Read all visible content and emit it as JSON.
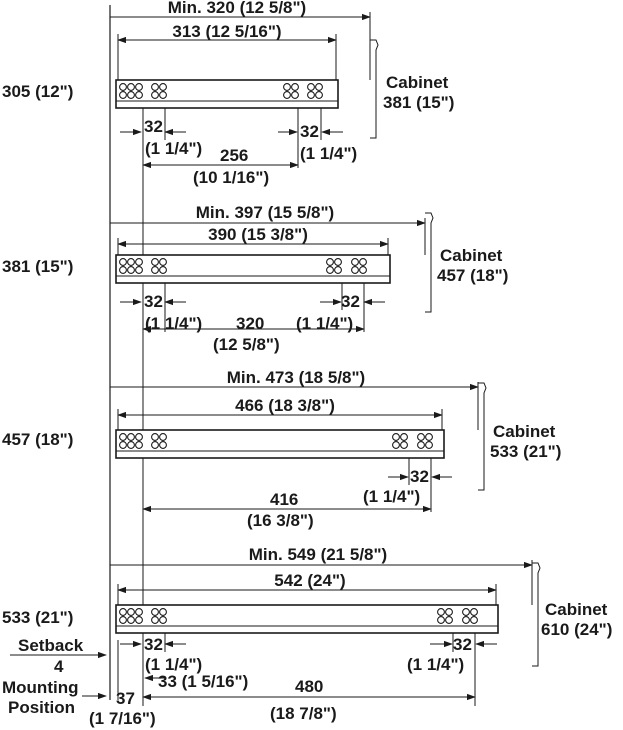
{
  "colors": {
    "ink": "#1a1a1a",
    "background": "#ffffff"
  },
  "sections": [
    {
      "rail_length": "305 (12\")",
      "min_label": "Min. 320 (12 5/8\")",
      "slide_length": "313 (12 5/16\")",
      "cabinet_label": "Cabinet",
      "cabinet_size": "381 (15\")",
      "front_hole_mm": "32",
      "front_hole_in": "(1 1/4\")",
      "rear_hole_mm": "32",
      "rear_hole_in": "(1 1/4\")",
      "hole_spacing_mm": "256",
      "hole_spacing_in": "(10 1/16\")"
    },
    {
      "rail_length": "381 (15\")",
      "min_label": "Min. 397 (15 5/8\")",
      "slide_length": "390 (15 3/8\")",
      "cabinet_label": "Cabinet",
      "cabinet_size": "457 (18\")",
      "front_hole_mm": "32",
      "front_hole_in": "(1 1/4\")",
      "rear_hole_mm": "32",
      "rear_hole_in": "(1 1/4\")",
      "hole_spacing_mm": "320",
      "hole_spacing_in": "(12 5/8\")"
    },
    {
      "rail_length": "457 (18\")",
      "min_label": "Min. 473 (18 5/8\")",
      "slide_length": "466 (18 3/8\")",
      "cabinet_label": "Cabinet",
      "cabinet_size": "533 (21\")",
      "rear_hole_mm": "32",
      "rear_hole_in": "(1 1/4\")",
      "hole_spacing_mm": "416",
      "hole_spacing_in": "(16 3/8\")"
    },
    {
      "rail_length": "533 (21\")",
      "min_label": "Min. 549 (21 5/8\")",
      "slide_length": "542 (24\")",
      "cabinet_label": "Cabinet",
      "cabinet_size": "610 (24\")",
      "front_hole_mm": "32",
      "front_hole_in": "(1 1/4\")",
      "rear_hole_mm": "32",
      "rear_hole_in": "(1 1/4\")",
      "hole_spacing_mm": "480",
      "hole_spacing_in": "(18 7/8\")"
    }
  ],
  "setback": {
    "label": "Setback",
    "value": "4"
  },
  "mounting": {
    "line1": "Mounting",
    "line2": "Position"
  },
  "mounting_dim": {
    "mm": "37",
    "in": "(1 7/16\")"
  },
  "front_offset": {
    "text": "33 (1 5/16\")"
  }
}
